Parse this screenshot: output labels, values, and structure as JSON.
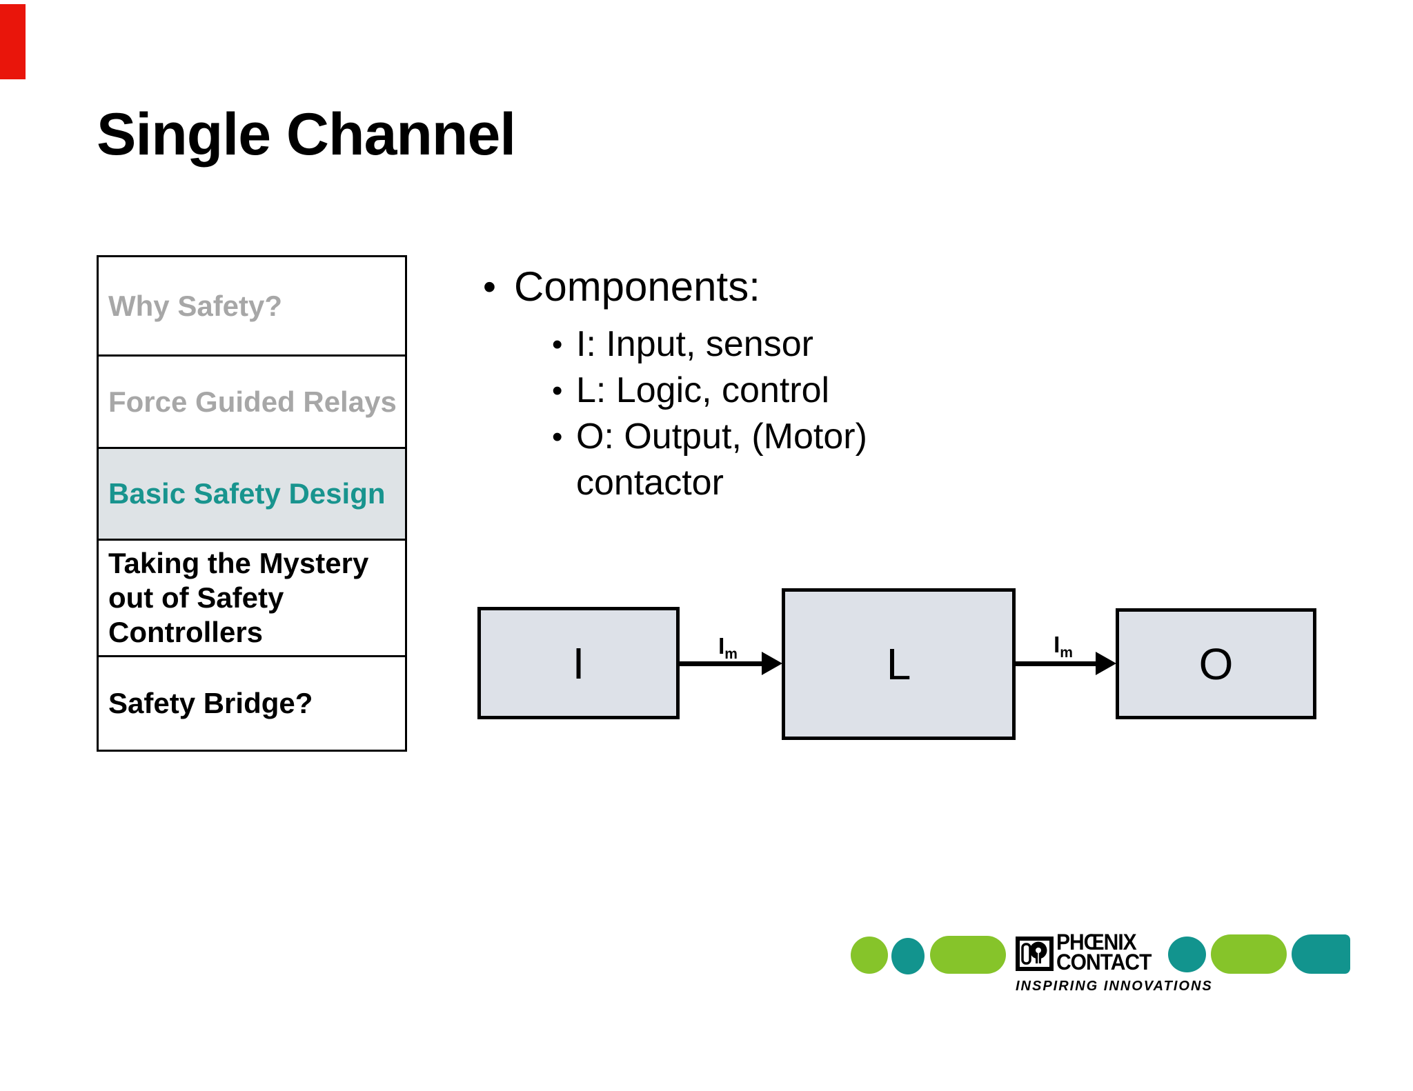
{
  "slide": {
    "title": "Single Channel",
    "accent_bar_color": "#e9150b",
    "bullet_char": "•"
  },
  "sidebar": {
    "items": [
      {
        "label": "Why Safety?",
        "state": "inactive"
      },
      {
        "label": "Force Guided Relays",
        "state": "inactive"
      },
      {
        "label": "Basic Safety Design",
        "state": "active"
      },
      {
        "label": "Taking the Mystery out of Safety Controllers",
        "state": "normal"
      },
      {
        "label": "Safety Bridge?",
        "state": "normal"
      }
    ],
    "active_color": "#18948e",
    "active_bg": "#dee3e6",
    "inactive_color": "#a7a7a7"
  },
  "content": {
    "bullet": "Components:",
    "sub_bullets": [
      "I: Input, sensor",
      "L: Logic, control",
      "O: Output, (Motor) contactor"
    ]
  },
  "diagram": {
    "boxes": [
      {
        "label": "I"
      },
      {
        "label": "L"
      },
      {
        "label": "O"
      }
    ],
    "arrow_label_base": "I",
    "arrow_label_sub": "m",
    "box_fill": "#dde1e8"
  },
  "logo": {
    "brand_line1": "PHŒNIX",
    "brand_line2": "CONTACT",
    "tagline": "INSPIRING INNOVATIONS",
    "green": "#86c42a",
    "teal": "#12948e"
  }
}
